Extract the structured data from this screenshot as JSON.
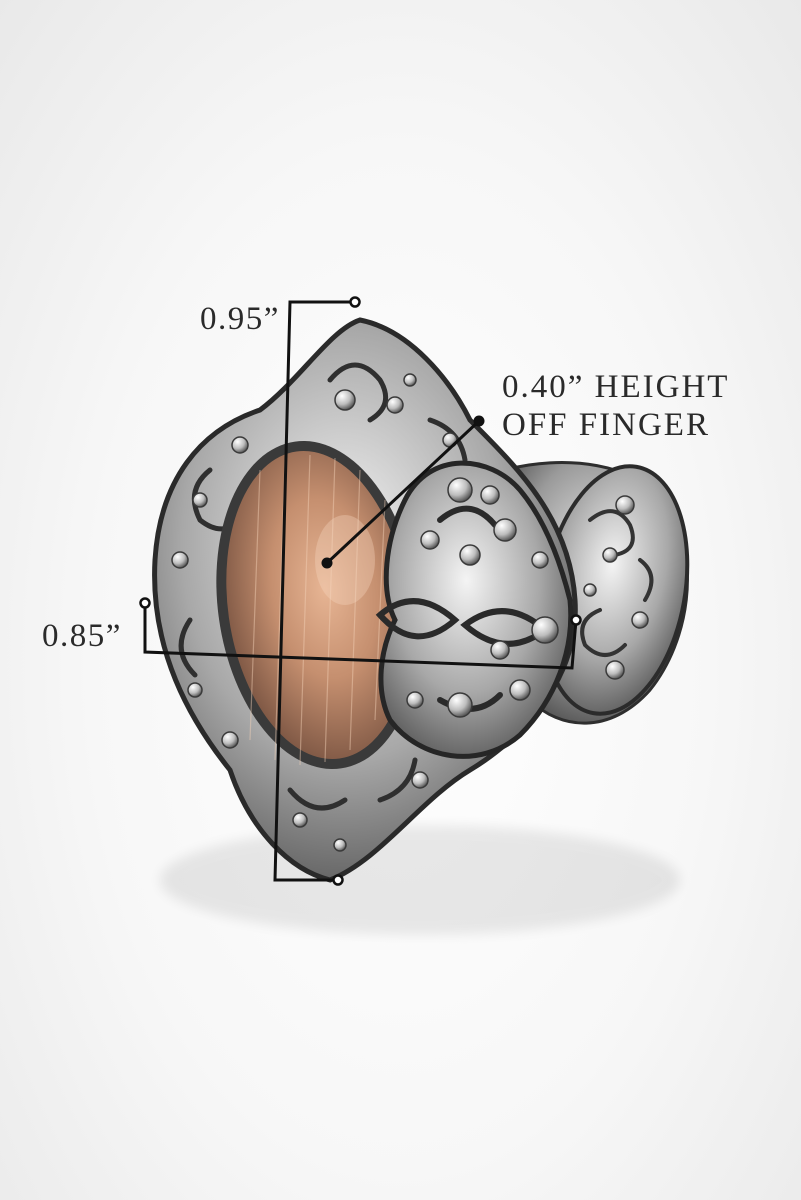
{
  "product": {
    "type": "ring",
    "stone_color": "#b98a6b",
    "metal_color": "#c9c9c9"
  },
  "dimensions": {
    "height": "0.95”",
    "width": "0.85”",
    "off_finger_line1": "0.40” HEIGHT",
    "off_finger_line2": "OFF FINGER"
  }
}
